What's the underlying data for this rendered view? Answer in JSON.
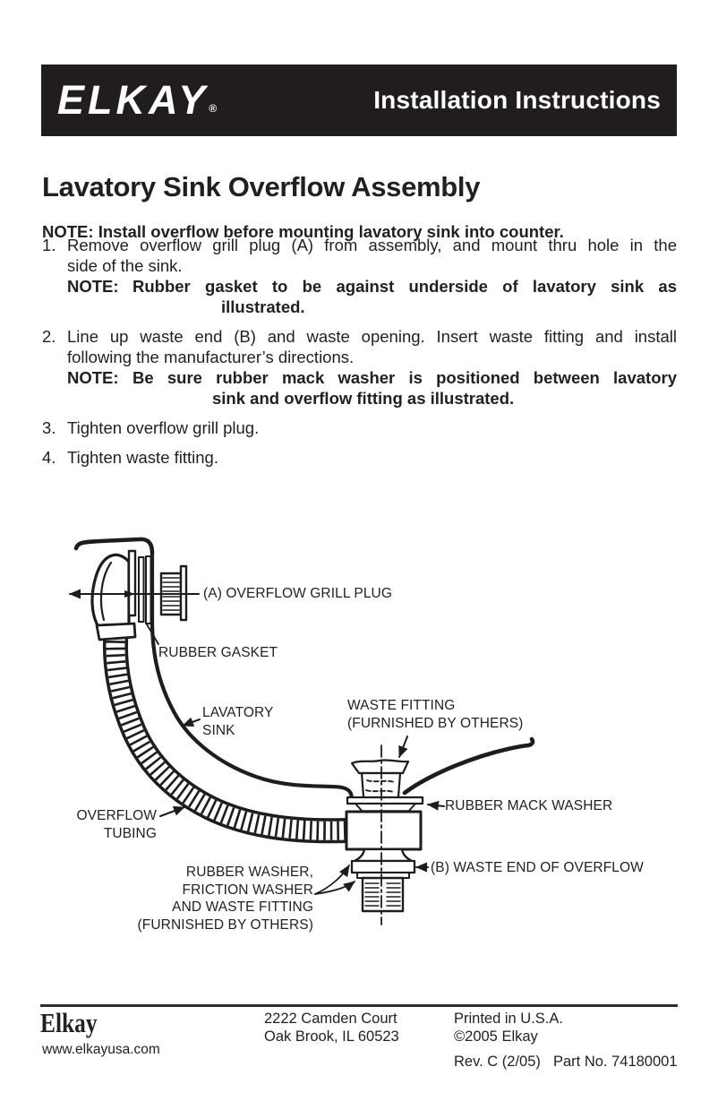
{
  "banner": {
    "logo": "ELKAY",
    "registered": "®",
    "title": "Installation Instructions"
  },
  "doc": {
    "title": "Lavatory Sink Overflow Assembly",
    "main_note": "NOTE: Install overflow before mounting lavatory sink into counter."
  },
  "steps": [
    {
      "num": "1.",
      "lines": [
        "Remove overflow grill plug (A) from assembly, and mount thru hole in the",
        "side of the sink."
      ],
      "note": {
        "label": "NOTE:",
        "lines": [
          "Rubber gasket to be against underside of lavatory sink as",
          "illustrated."
        ]
      }
    },
    {
      "num": "2.",
      "lines": [
        "Line up waste end (B) and waste opening. Insert waste fitting and install",
        "following the manufacturer’s directions."
      ],
      "note": {
        "label": "NOTE:",
        "lines": [
          "Be sure rubber mack washer is positioned between lavatory",
          "sink and overflow fitting as illustrated."
        ]
      }
    },
    {
      "num": "3.",
      "lines": [
        "Tighten overflow grill plug."
      ]
    },
    {
      "num": "4.",
      "lines": [
        "Tighten waste fitting."
      ]
    }
  ],
  "diagram": {
    "labels": {
      "grill_plug": "(A) OVERFLOW GRILL PLUG",
      "rubber_gasket": "RUBBER GASKET",
      "lavatory_sink": "LAVATORY\nSINK",
      "waste_fitting": "WASTE FITTING\n(FURNISHED BY OTHERS)",
      "mack_washer": "RUBBER MACK WASHER",
      "overflow_tubing": "OVERFLOW\nTUBING",
      "waste_end": "(B) WASTE END OF OVERFLOW",
      "washer_stack": "RUBBER WASHER,\nFRICTION WASHER\nAND WASTE FITTING\n(FURNISHED BY OTHERS)"
    }
  },
  "footer": {
    "brand": "Elkay",
    "website": "www.elkayusa.com",
    "address_line1": "2222 Camden Court",
    "address_line2": "Oak Brook, IL 60523",
    "printed": "Printed in U.S.A.",
    "copyright": "©2005 Elkay",
    "revision": "Rev. C (2/05)",
    "part_number": "Part No. 74180001"
  },
  "colors": {
    "ink": "#231f20",
    "banner_bg": "#211d1e",
    "paper": "#ffffff"
  }
}
